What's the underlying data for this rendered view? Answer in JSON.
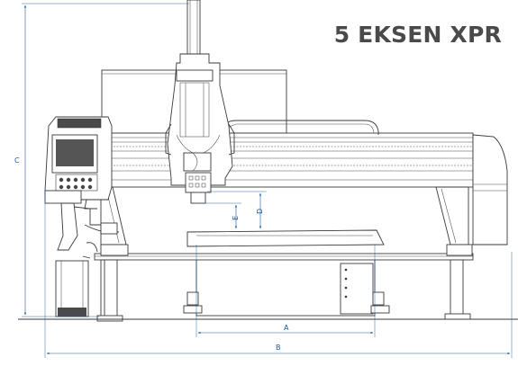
{
  "title": "5 EKSEN XPR",
  "logo_text": "",
  "dimensions": {
    "a": "A",
    "b": "B",
    "c": "C",
    "d": "D",
    "e": "E"
  },
  "colors": {
    "dimension_lines": "#1e5aa0",
    "drawing_lines": "#3a3a3a",
    "title": "#4a4a4a"
  }
}
